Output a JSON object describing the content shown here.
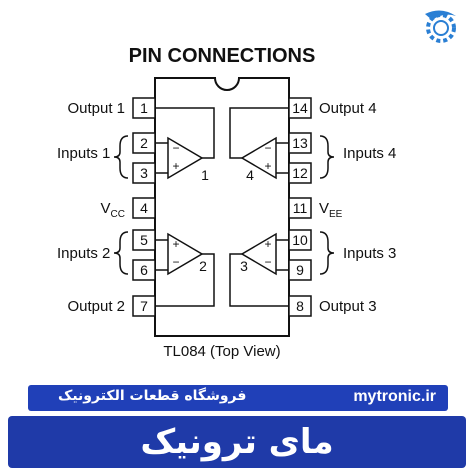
{
  "title": "PIN CONNECTIONS",
  "caption": "TL084 (Top View)",
  "pins": [
    {
      "num": "1",
      "label": "Output 1"
    },
    {
      "num": "2",
      "label": ""
    },
    {
      "num": "3",
      "label": ""
    },
    {
      "num": "4",
      "label": "V",
      "sub": "CC"
    },
    {
      "num": "5",
      "label": ""
    },
    {
      "num": "6",
      "label": ""
    },
    {
      "num": "7",
      "label": "Output 2"
    },
    {
      "num": "8",
      "label": "Output 3"
    },
    {
      "num": "9",
      "label": ""
    },
    {
      "num": "10",
      "label": ""
    },
    {
      "num": "11",
      "label": "V",
      "sub": "EE"
    },
    {
      "num": "12",
      "label": ""
    },
    {
      "num": "13",
      "label": ""
    },
    {
      "num": "14",
      "label": "Output 4"
    }
  ],
  "groups": {
    "inputs1": "Inputs 1",
    "inputs2": "Inputs 2",
    "inputs3": "Inputs 3",
    "inputs4": "Inputs 4"
  },
  "opamps": [
    {
      "num": "1",
      "top_sign": "−",
      "bottom_sign": "+"
    },
    {
      "num": "2",
      "top_sign": "+",
      "bottom_sign": "−"
    },
    {
      "num": "3",
      "top_sign": "+",
      "bottom_sign": "−"
    },
    {
      "num": "4",
      "top_sign": "−",
      "bottom_sign": "+"
    }
  ],
  "banner": {
    "site": "mytronic.ir",
    "shop": "فروشگاه قطعات الکترونیک",
    "brand": "مای ترونیک"
  },
  "colors": {
    "banner_blue": "#1f3aa8",
    "logo_blue": "#2a7fd4",
    "ink": "#111111"
  }
}
